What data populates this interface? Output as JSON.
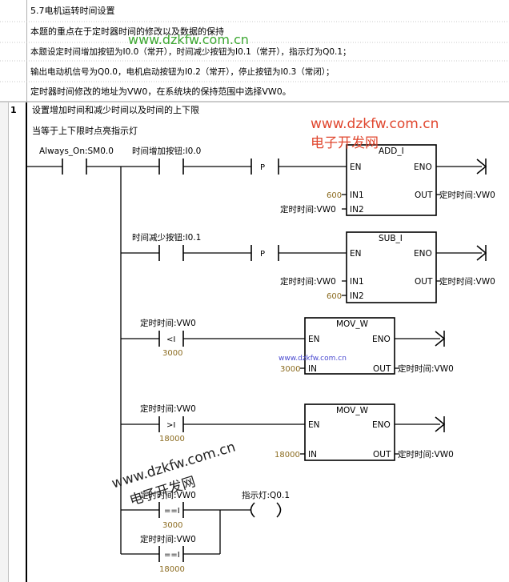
{
  "header": {
    "title": "5.7电机运转时间设置",
    "lines": [
      "本题的重点在于定时器时间的修改以及数据的保持",
      "本题设定时间增加按钮为I0.0（常开），时间减少按钮为I0.1（常开），指示灯为Q0.1；",
      "输出电动机信号为Q0.0，电机启动按钮为I0.2（常开），停止按钮为I0.3（常闭）；",
      "定时器时间修改的地址为VW0，在系统块的保持范围中选择VW0。"
    ]
  },
  "network": {
    "number": "1",
    "title": "设置增加时间和减少时间以及时间的上下限",
    "comment": "当等于上下限时点亮指示灯"
  },
  "contacts": {
    "always_on": "Always_On:SM0.0",
    "inc_button": "时间增加按钮:I0.0",
    "dec_button": "时间减少按钮:I0.1",
    "p": "P",
    "timer_var": "定时时间:VW0",
    "lt": "<I",
    "gt": ">I",
    "eq": "==I",
    "v3000": "3000",
    "v18000": "18000"
  },
  "blocks": {
    "add": {
      "name": "ADD_I",
      "en": "EN",
      "eno": "ENO",
      "in1_label": "IN1",
      "in2_label": "IN2",
      "out_label": "OUT",
      "in1_val": "600",
      "in2_val": "定时时间:VW0",
      "out_val": "定时时间:VW0"
    },
    "sub": {
      "name": "SUB_I",
      "en": "EN",
      "eno": "ENO",
      "in1_label": "IN1",
      "in2_label": "IN2",
      "out_label": "OUT",
      "in1_val": "定时时间:VW0",
      "in2_val": "600",
      "out_val": "定时时间:VW0"
    },
    "mov1": {
      "name": "MOV_W",
      "en": "EN",
      "eno": "ENO",
      "in_label": "IN",
      "out_label": "OUT",
      "in_val": "3000",
      "out_val": "定时时间:VW0"
    },
    "mov2": {
      "name": "MOV_W",
      "en": "EN",
      "eno": "ENO",
      "in_label": "IN",
      "out_label": "OUT",
      "in_val": "18000",
      "out_val": "定时时间:VW0"
    }
  },
  "coil": {
    "label": "指示灯:Q0.1"
  },
  "watermarks": {
    "site": "www.dzkfw.com.cn",
    "site_small": "www.dzkfw.com.cn",
    "cn": "电子开发网"
  },
  "colors": {
    "value": "#8b6b1f",
    "watermark_green": "#3da832",
    "watermark_red": "#e0472f",
    "line": "#000000"
  }
}
